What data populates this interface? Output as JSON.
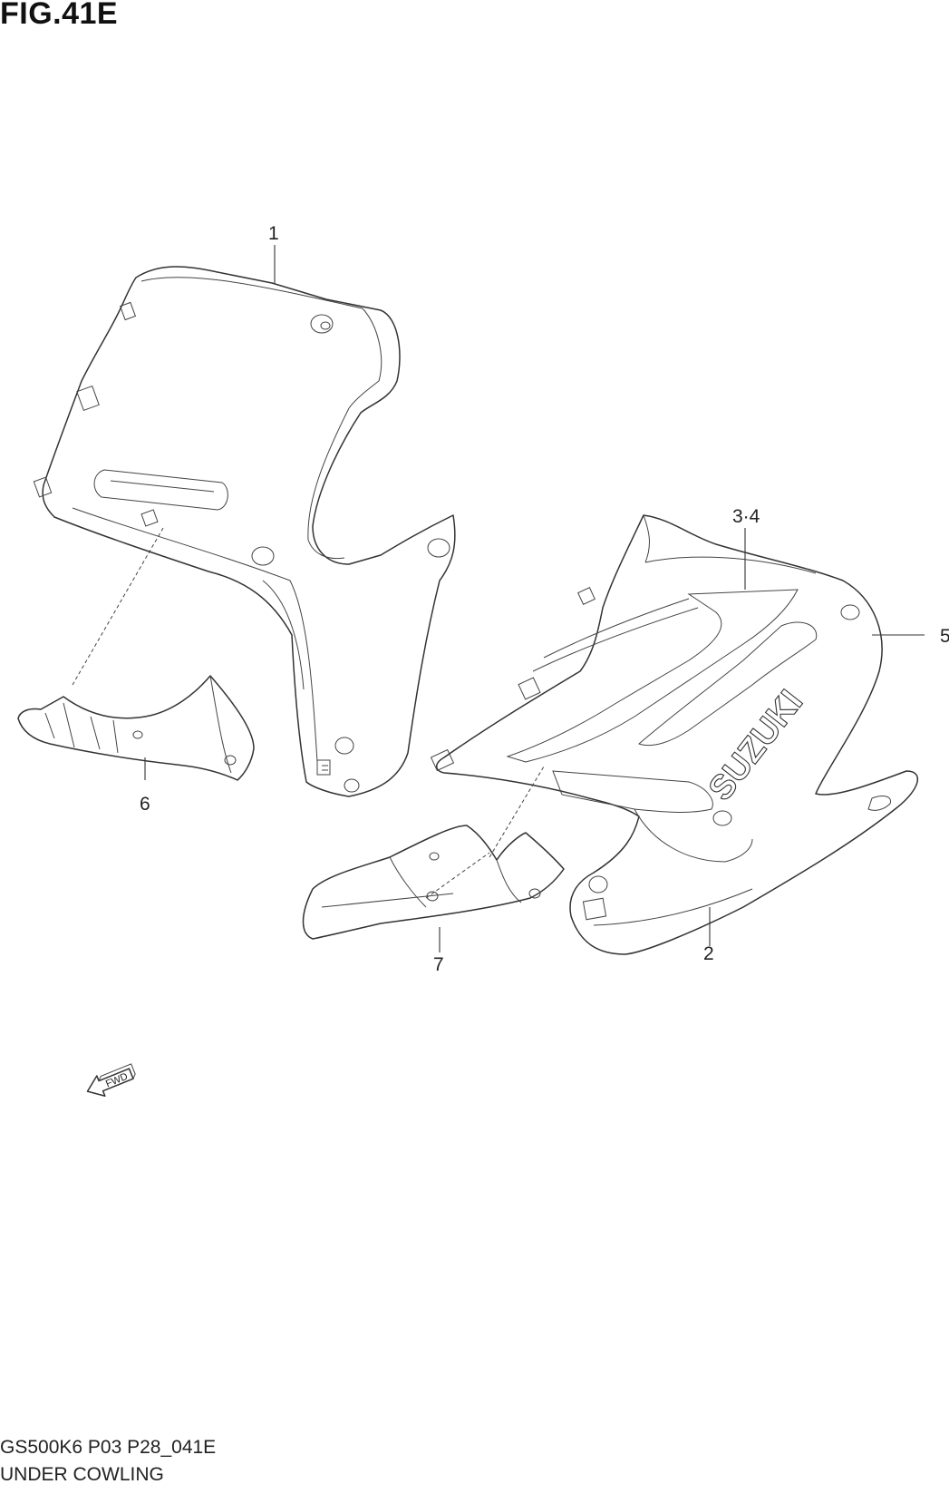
{
  "figure": {
    "title": "FIG.41E"
  },
  "callouts": [
    {
      "id": "1",
      "label": "1"
    },
    {
      "id": "2",
      "label": "2"
    },
    {
      "id": "3-4",
      "label": "3·4"
    },
    {
      "id": "5",
      "label": "5"
    },
    {
      "id": "6",
      "label": "6"
    },
    {
      "id": "7",
      "label": "7"
    }
  ],
  "decal_text": "SUZUKI",
  "direction_arrow": {
    "label": "FWD",
    "icon": "fwd-arrow-icon"
  },
  "footer": {
    "code": "GS500K6 P03 P28_041E",
    "name": "UNDER COWLING"
  }
}
